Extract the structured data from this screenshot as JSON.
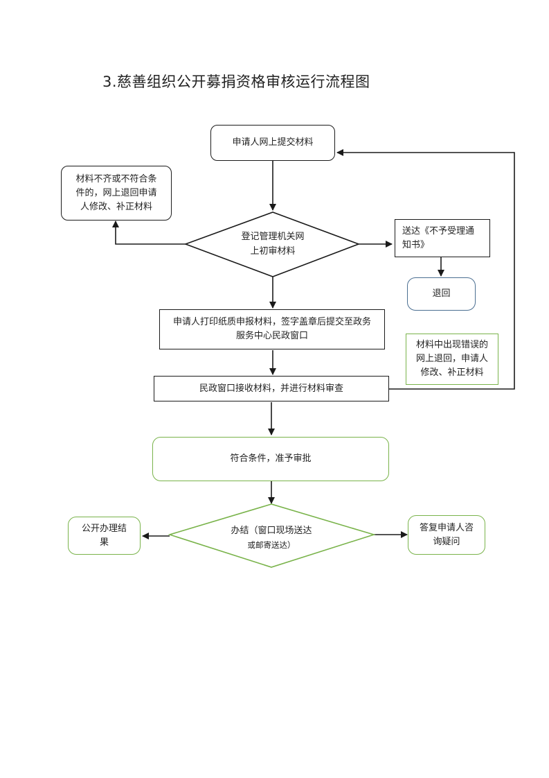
{
  "title": "3.慈善组织公开募捐资格审核运行流程图",
  "colors": {
    "line": "#1a1a1a",
    "green_border": "#79b34a",
    "blue_border": "#4a6e91"
  },
  "nodes": {
    "submit": "申请人网上提交材料",
    "reject_edit": [
      "材料不齐或不符合条",
      "件的，网上退回申请",
      "人修改、补正材料"
    ],
    "online_review": [
      "登记管理机关网",
      "上初审材料"
    ],
    "notice": [
      "送达《不予受理通",
      "知书》"
    ],
    "return": "退回",
    "print_submit": [
      "申请人打印纸质申报材料，签字盖章后提交至政务",
      "服务中心民政窗口"
    ],
    "error_return": [
      "材料中出现错误的",
      "网上退回，申请人",
      "修改、补正材料"
    ],
    "window_receive": "民政窗口接收材料，并进行材料审查",
    "approve": "符合条件，准予审批",
    "conclude": [
      "办结（窗口现场送达",
      "或邮寄送达）"
    ],
    "publish": [
      "公开办理结",
      "果"
    ],
    "reply": [
      "答复申请人咨",
      "询疑问"
    ]
  }
}
